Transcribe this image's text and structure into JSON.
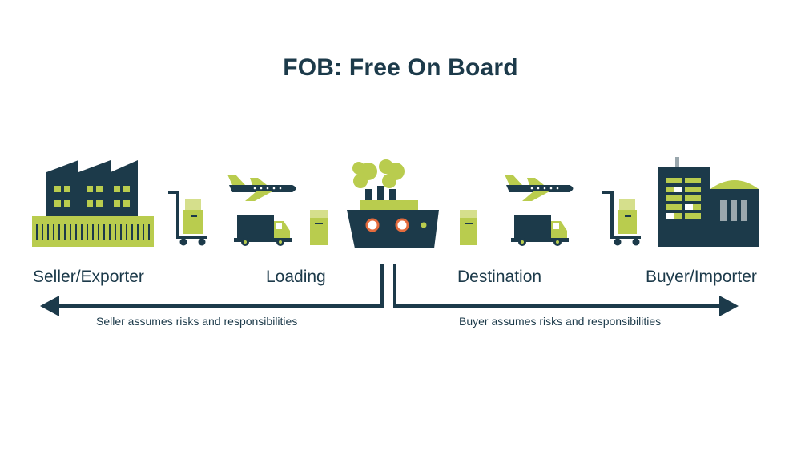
{
  "title": "FOB: Free On Board",
  "stages": {
    "seller": "Seller/Exporter",
    "loading": "Loading",
    "destination": "Destination",
    "buyer": "Buyer/Importer"
  },
  "notes": {
    "seller": "Seller assumes risks and responsibilities",
    "buyer": "Buyer assumes risks and responsibilities"
  },
  "icons": [
    "factory-icon",
    "hand-truck-icon",
    "airplane-icon",
    "truck-icon",
    "box-icon",
    "ship-icon",
    "buyer-building-icon"
  ],
  "colors": {
    "navy": "#1c3a4a",
    "lime": "#b9cc4e",
    "lime_light": "#d5df8c",
    "background": "#ffffff"
  }
}
